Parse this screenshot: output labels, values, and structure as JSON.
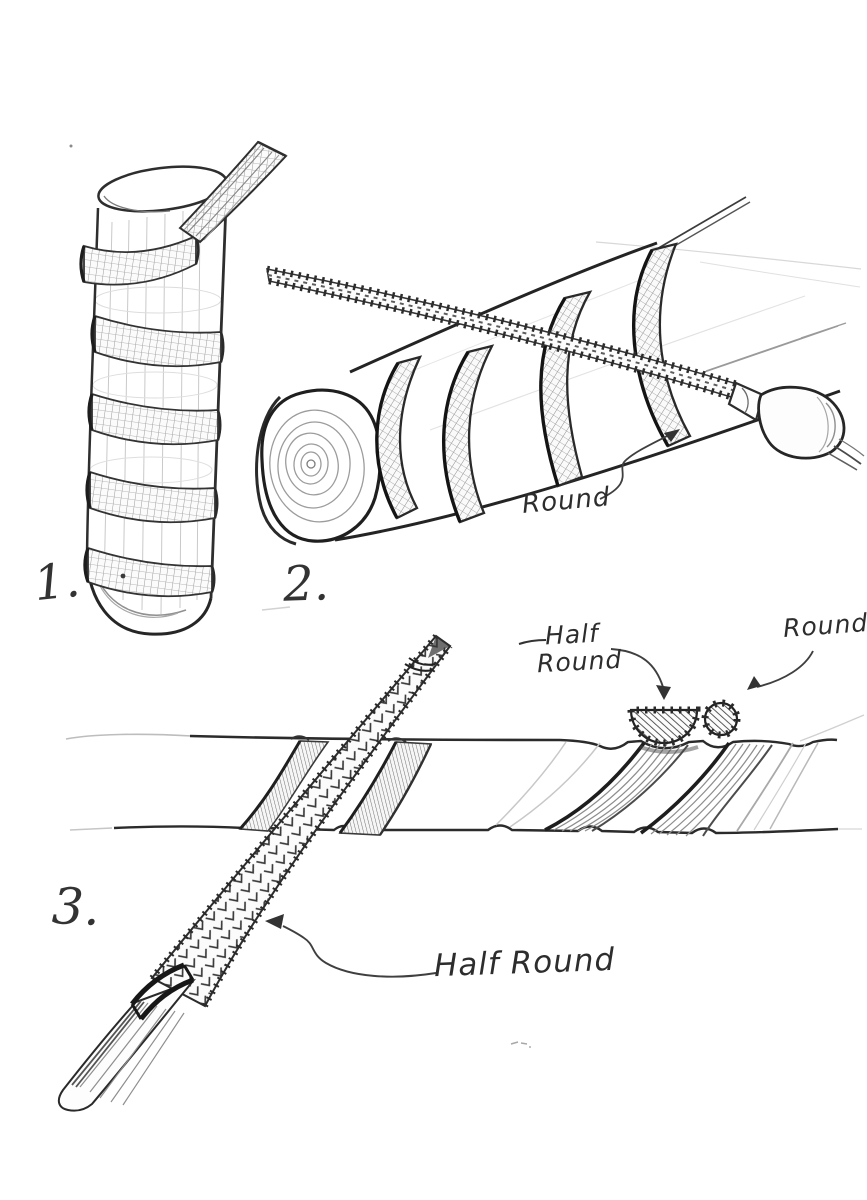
{
  "sketch": {
    "paper_color": "#ffffff",
    "pencil_dark": "#2b2b2b",
    "pencil_mid": "#6f6f6f",
    "pencil_light": "#c4c4c4"
  },
  "figures": {
    "fig1": {
      "number": "1."
    },
    "fig2": {
      "number": "2.",
      "round_label": "Round"
    },
    "fig3": {
      "number": "3.",
      "half_round_line1": "Half",
      "half_round_line2": "Round",
      "round_label": "Round",
      "half_round_label": "Half Round"
    }
  }
}
